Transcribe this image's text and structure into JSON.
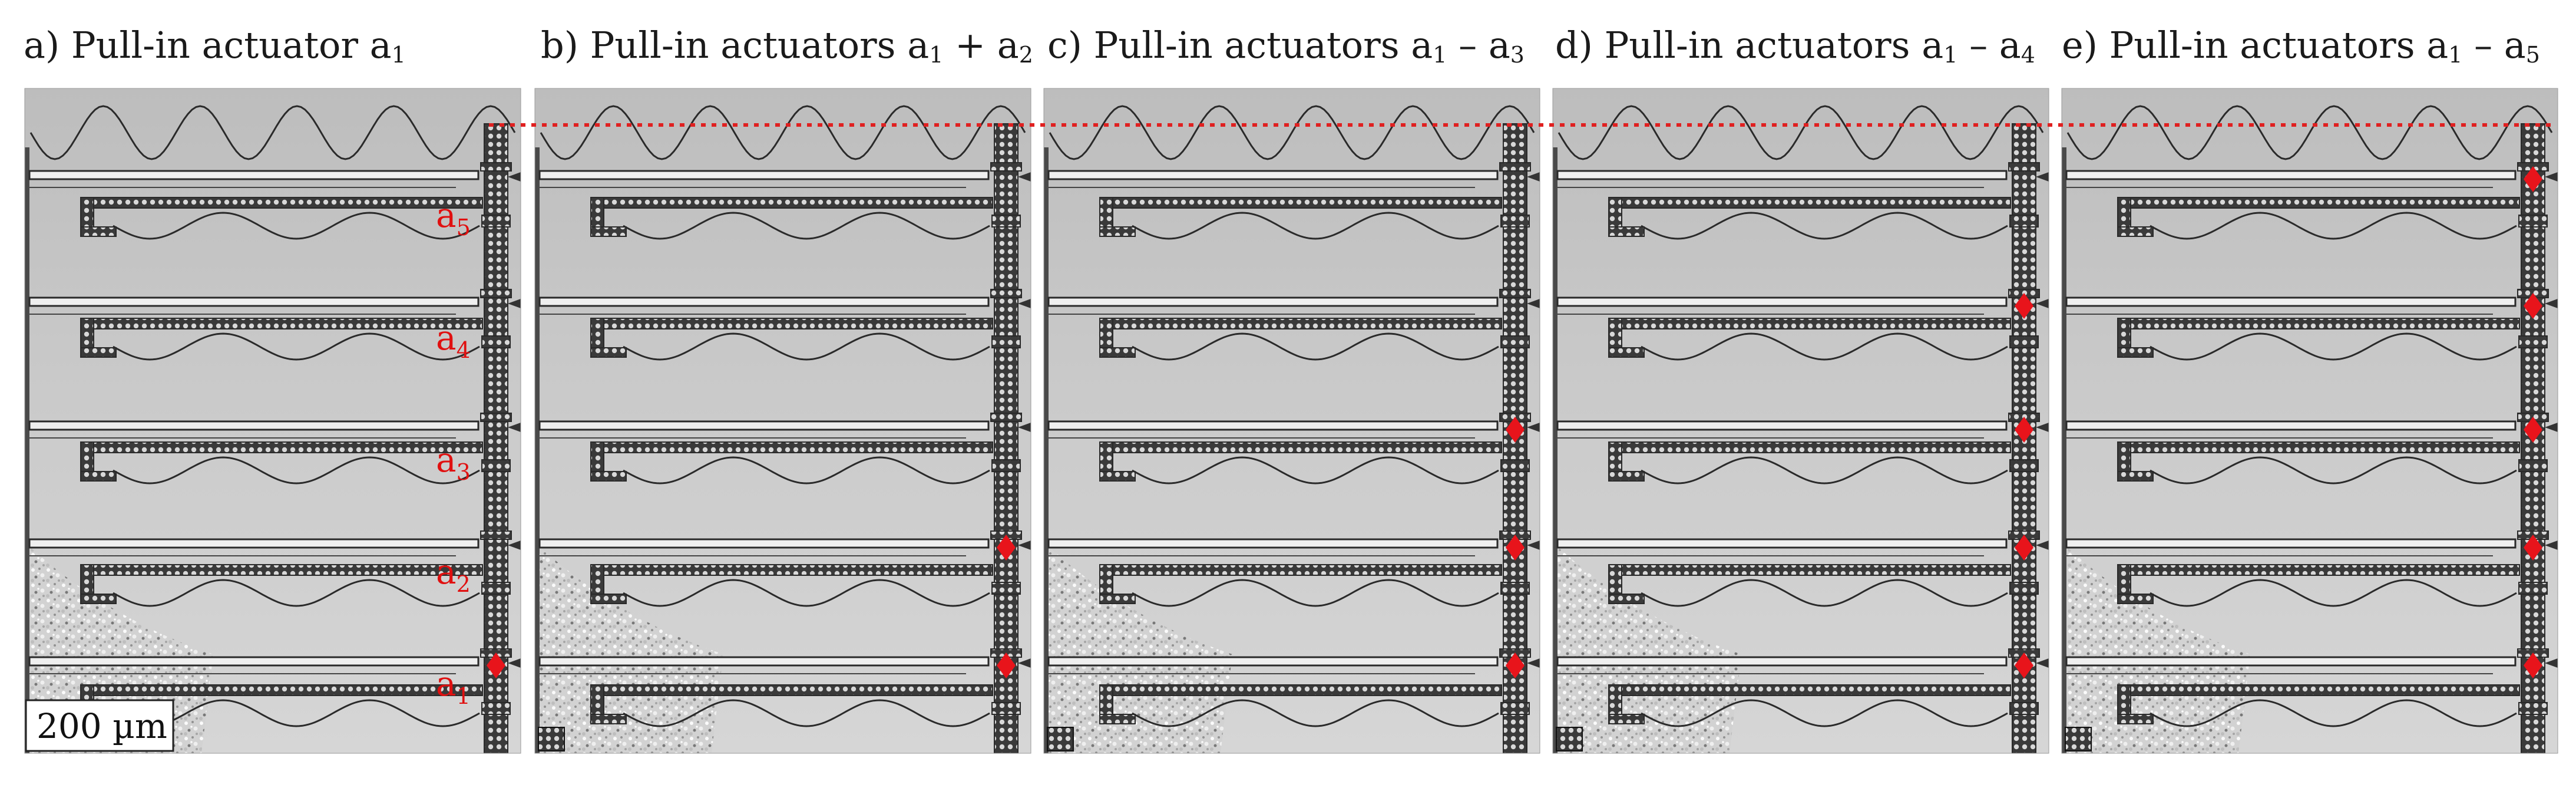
{
  "panels": [
    {
      "prefix": "a) Pull-in actuator a",
      "s1": "1",
      "mid": "",
      "s2": "",
      "active": [
        1
      ]
    },
    {
      "prefix": "b) Pull-in actuators a",
      "s1": "1",
      "mid": " + a",
      "s2": "2",
      "active": [
        1,
        2
      ]
    },
    {
      "prefix": "c) Pull-in actuators a",
      "s1": "1",
      "mid": " – a",
      "s2": "3",
      "active": [
        1,
        2,
        3
      ]
    },
    {
      "prefix": "d) Pull-in actuators a",
      "s1": "1",
      "mid": " – a",
      "s2": "4",
      "active": [
        1,
        2,
        3,
        4
      ]
    },
    {
      "prefix": "e) Pull-in actuators a",
      "s1": "1",
      "mid": " – a",
      "s2": "5",
      "active": [
        1,
        2,
        3,
        4,
        5
      ]
    }
  ],
  "actuator_labels": [
    {
      "base": "a",
      "sub": "5"
    },
    {
      "base": "a",
      "sub": "4"
    },
    {
      "base": "a",
      "sub": "3"
    },
    {
      "base": "a",
      "sub": "2"
    },
    {
      "base": "a",
      "sub": "1"
    }
  ],
  "scale_bar": "200 µm",
  "colors": {
    "highlight": "#e8141b",
    "label": "#e01010",
    "background": "#c9c9c9",
    "structure": "#2a2a2a",
    "reference_line": "#e02020"
  }
}
